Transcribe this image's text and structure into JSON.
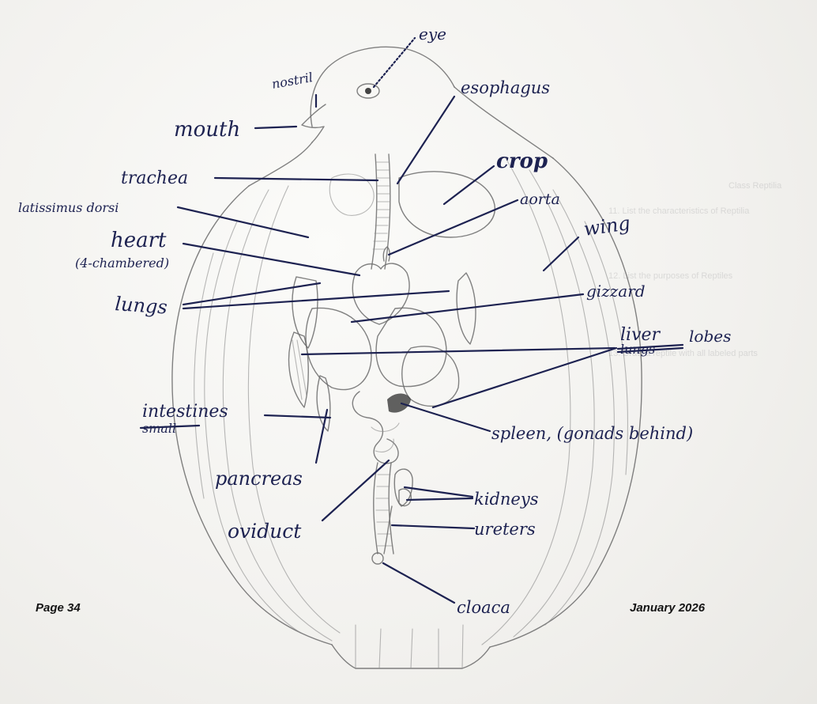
{
  "labels": {
    "eye": "eye",
    "nostril": "nostril",
    "esophagus": "esophagus",
    "mouth": "mouth",
    "crop": "crop",
    "trachea": "trachea",
    "aorta": "aorta",
    "latissimus": "latissimus dorsi",
    "wing": "wing",
    "heart": "heart",
    "heart_note": "(4-chambered)",
    "gizzard": "gizzard",
    "lungs": "lungs",
    "liver": "liver",
    "liver_struck": "lungs",
    "lobes": "lobes",
    "intestines": "intestines",
    "intestines_struck": "small",
    "spleen": "spleen, (gonads behind)",
    "pancreas": "pancreas",
    "kidneys": "kidneys",
    "oviduct": "oviduct",
    "ureters": "ureters",
    "cloaca": "cloaca"
  },
  "footer": {
    "page": "Page 34",
    "date": "January 2026"
  },
  "bleed_through": {
    "line1": "Class Reptilia",
    "line2": "11. List the characteristics of Reptilia",
    "line3": "12. List the purposes of Reptiles",
    "line4": "13. Draw a reptile with all labeled parts"
  },
  "colors": {
    "ink": "#1d2251",
    "pencil": "#6b6b6b",
    "paper": "#f3f2ef"
  }
}
